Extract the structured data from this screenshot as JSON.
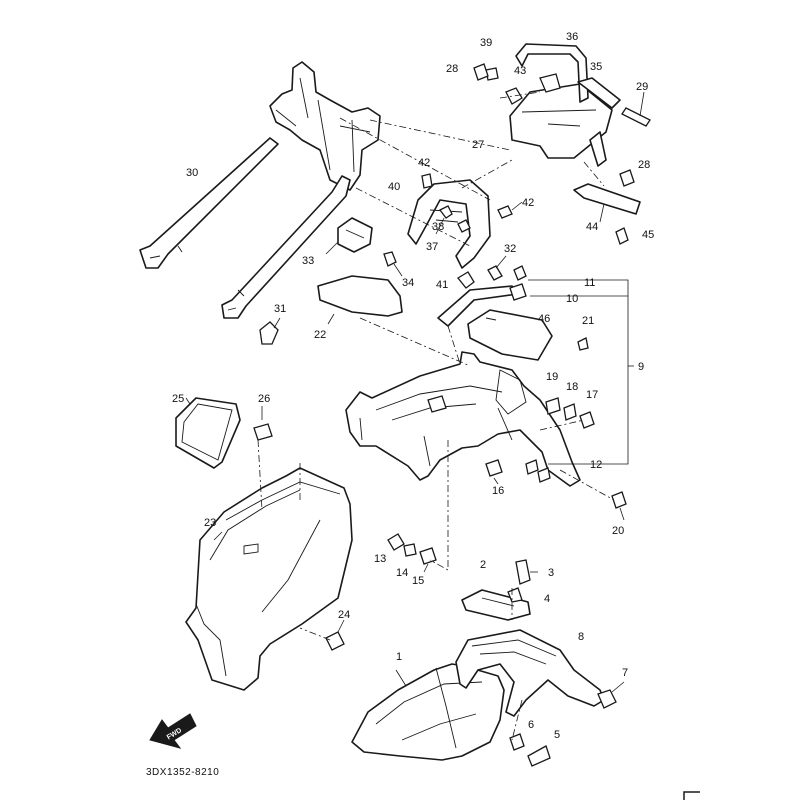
{
  "diagram_code": "3DX1352-8210",
  "fnd_text": "FWD",
  "callouts": [
    "1",
    "2",
    "3",
    "4",
    "5",
    "6",
    "7",
    "8",
    "9",
    "10",
    "11",
    "12",
    "13",
    "14",
    "15",
    "16",
    "17",
    "18",
    "19",
    "20",
    "21",
    "22",
    "23",
    "24",
    "25",
    "26",
    "27",
    "28",
    "28",
    "29",
    "30",
    "31",
    "32",
    "33",
    "34",
    "35",
    "36",
    "37",
    "38",
    "39",
    "40",
    "41",
    "42",
    "42",
    "43",
    "44",
    "45",
    "46"
  ]
}
